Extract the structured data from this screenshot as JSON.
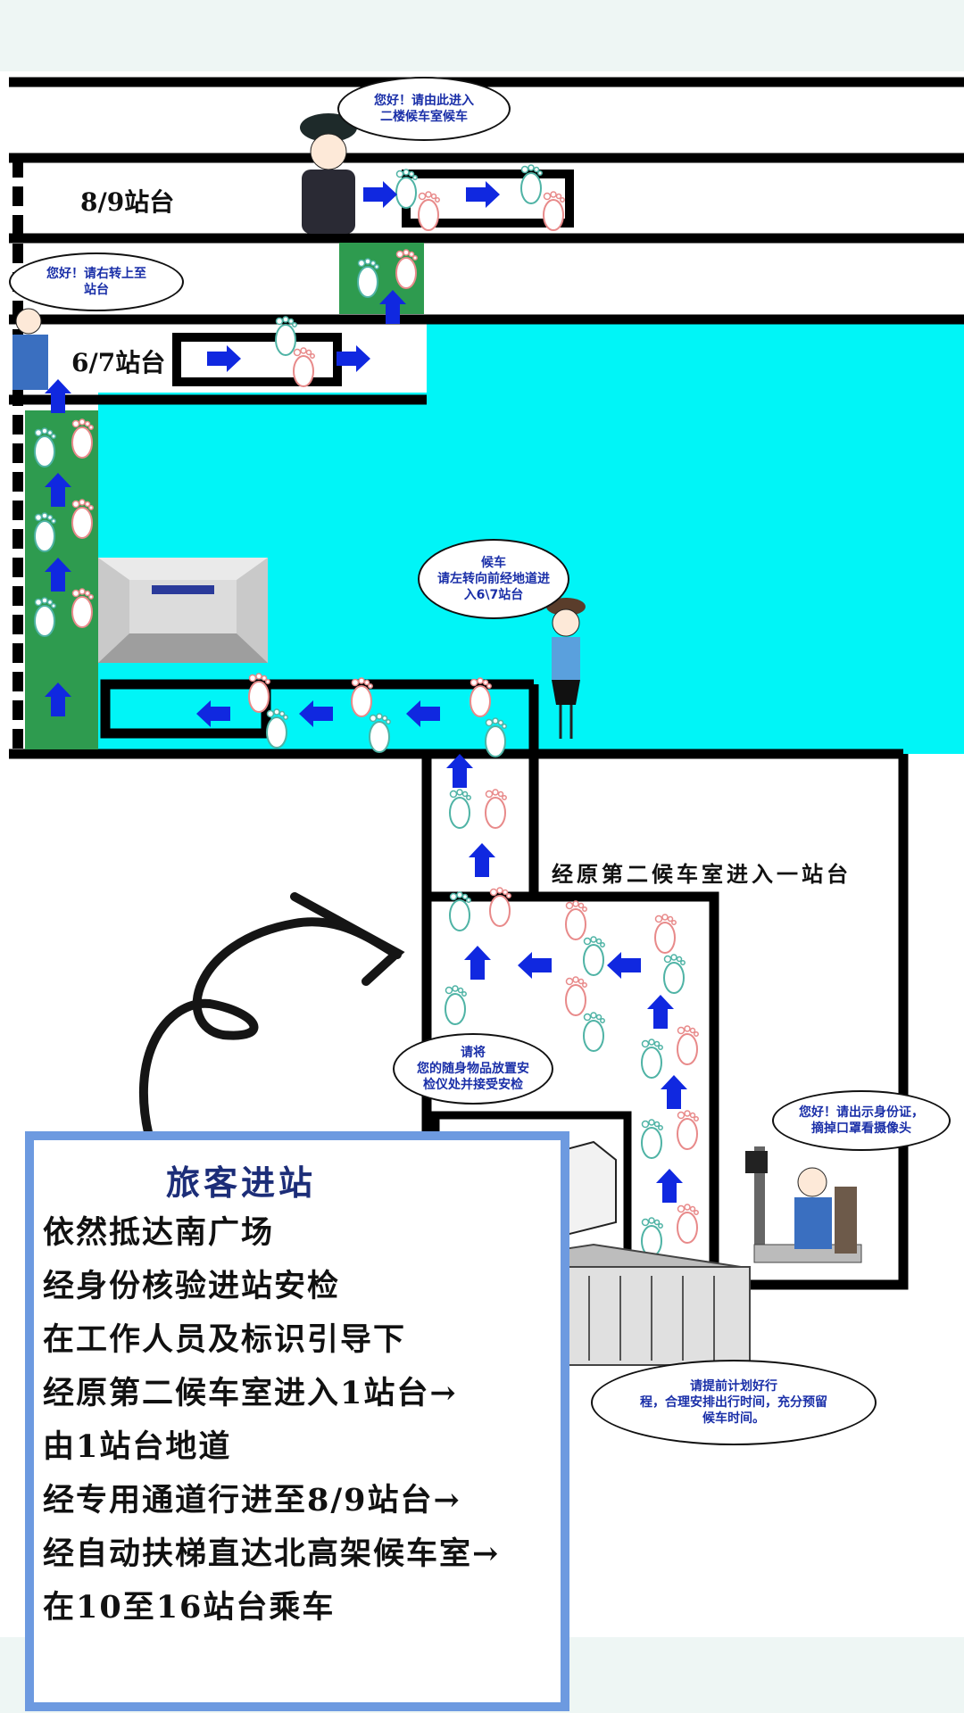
{
  "bubbles": {
    "top": "您好！请由此进入\n二楼候车室候车",
    "left": "您好！请右转上至\n站台",
    "mid": "候车\n请左转向前经地道进\n入6\\7站台",
    "security": "请将\n您的随身物品放置安\n检仪处并接受安检",
    "id_check": "您好！请出示身份证，\n摘掉口罩看摄像头",
    "plan": "请提前计划好行\n程，合理安排出行时间，充分预留\n候车时间。"
  },
  "labels": {
    "platform_89": "8/9站台",
    "platform_67": "6/7站台",
    "route": "经原第二候车室进入一站台"
  },
  "panel": {
    "title": "旅客进站",
    "steps": [
      "依然抵达南广场",
      "经身份核验进站安检",
      "在工作人员及标识引导下",
      "经原第二候车室进入1站台→",
      "由1站台地道",
      "经专用通道行进至8/9站台→",
      "经自动扶梯直达北高架候车室→",
      "在10至16站台乘车"
    ]
  },
  "colors": {
    "cyan_area": "#00f5f7",
    "green_path": "#2e9b4f",
    "arrow_blue": "#1028e0",
    "panel_border": "#6d9ae0",
    "title_navy": "#1c2d78"
  }
}
